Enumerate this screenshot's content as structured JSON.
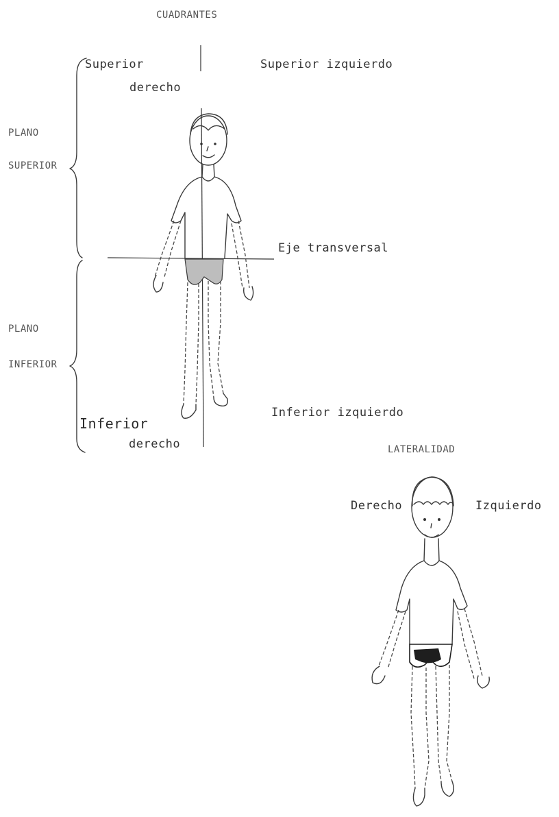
{
  "quadrants": {
    "title": "CUADRANTES",
    "upper_right": "Superior\nderecho",
    "upper_right_line1": "Superior",
    "upper_right_line2": "derecho",
    "upper_left": "Superior izquierdo",
    "plane_upper_line1": "PLANO",
    "plane_upper_line2": "SUPERIOR",
    "transverse_axis": "Eje transversal",
    "plane_lower_line1": "PLANO",
    "plane_lower_line2": "INFERIOR",
    "lower_right_line1": "Inferior",
    "lower_right_line2": "derecho",
    "lower_left": "Inferior izquierdo"
  },
  "laterality": {
    "title": "LATERALIDAD",
    "right": "Derecho",
    "left": "Izquierdo"
  },
  "colors": {
    "ink": "#3a3a3a",
    "shorts_quadrant": "#bdbdbd",
    "shorts_laterality": "#1e1e1e"
  }
}
